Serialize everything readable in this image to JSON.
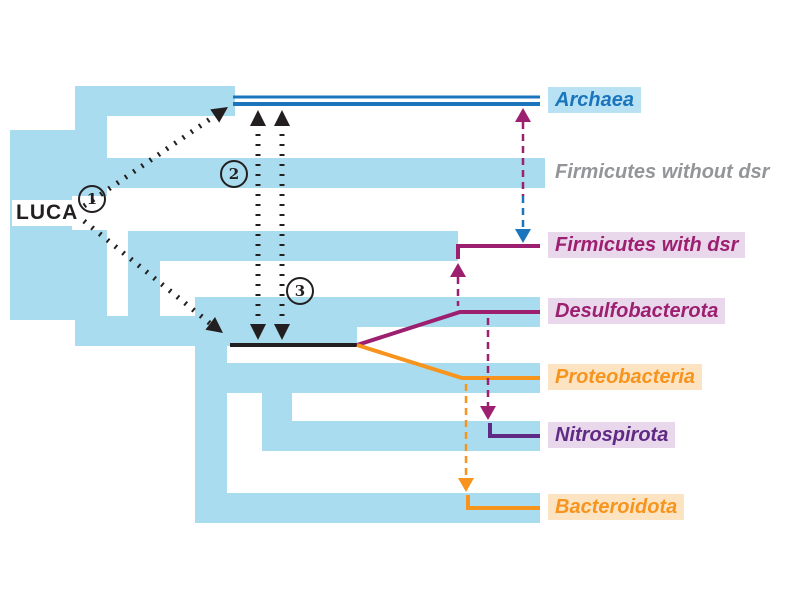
{
  "colors": {
    "tree_background": "#a9dcee",
    "archaea_blue": "#1b75bc",
    "dsr_magenta": "#9c1f70",
    "nitrospirota_purple": "#5f2a84",
    "orange": "#f7941e",
    "gray_text": "#939598",
    "black": "#231f20",
    "highlight_blue": "#b8e2f4",
    "highlight_purple": "#e9d8ec",
    "highlight_orange": "#fce4c3"
  },
  "root": {
    "label": "LUCA"
  },
  "events": [
    {
      "number": "1"
    },
    {
      "number": "2"
    },
    {
      "number": "3"
    }
  ],
  "taxa": [
    {
      "label": "Archaea",
      "color": "#1b75bc",
      "highlight": "#b8e2f4"
    },
    {
      "label": "Firmicutes without dsr",
      "color": "#939598",
      "highlight": "none"
    },
    {
      "label": "Firmicutes with dsr",
      "color": "#9c1f70",
      "highlight": "#e9d8ec"
    },
    {
      "label": "Desulfobacterota",
      "color": "#9c1f70",
      "highlight": "#e9d8ec"
    },
    {
      "label": "Proteobacteria",
      "color": "#f7941e",
      "highlight": "#fce4c3"
    },
    {
      "label": "Nitrospirota",
      "color": "#5f2a84",
      "highlight": "#e9d8ec"
    },
    {
      "label": "Bacteroidota",
      "color": "#f7941e",
      "highlight": "#fce4c3"
    }
  ]
}
